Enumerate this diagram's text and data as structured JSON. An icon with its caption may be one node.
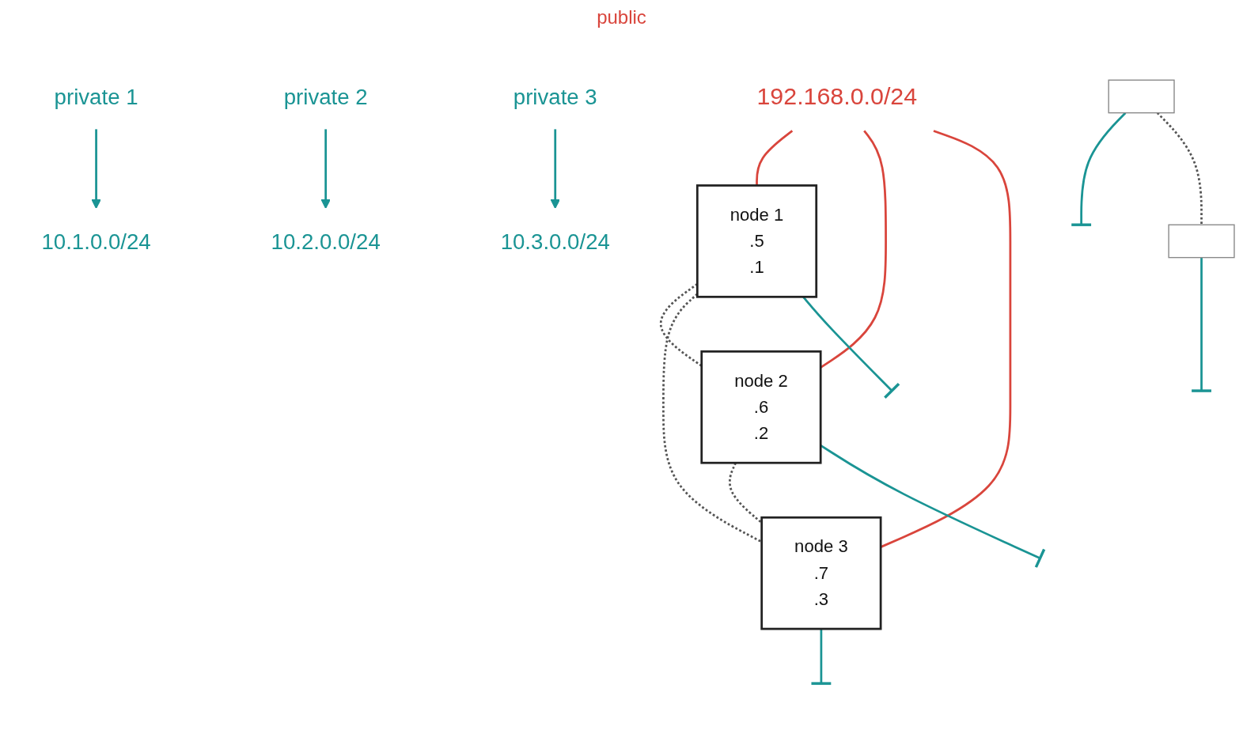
{
  "diagram": {
    "nodes": [
      {
        "text": [
          "node 1",
          ".5",
          ".1"
        ]
      },
      {
        "text": [
          "192.168.0.0/24"
        ]
      },
      {
        "text": [
          "node 2",
          ".6",
          ".2"
        ]
      },
      {
        "text": [
          "10.1.0.0/24"
        ]
      },
      {
        "text": [
          "10.2.0.0/24"
        ]
      },
      {
        "text": [
          "private 1"
        ]
      },
      {
        "text": [
          "private 2"
        ]
      },
      {
        "text": [],
        "shape": "box"
      },
      {
        "text": [
          "node 3",
          ".7",
          ".3"
        ]
      },
      {
        "text": [
          "10.3.0.0/24"
        ]
      },
      {
        "text": [],
        "shape": "box"
      },
      {
        "text": [
          "private 3"
        ]
      }
    ],
    "edges": [
      {
        "from": 1,
        "to": 0,
        "arrow": "none",
        "color": "#d9453c"
      },
      {
        "from": 1,
        "to": 2,
        "arrow": "none",
        "color": "#d9453c"
      },
      {
        "from": 1,
        "to": 8,
        "arrow": "none",
        "color": "#d9453c"
      },
      {
        "from": 0,
        "to": 2,
        "arrow": "none",
        "style": "dashed",
        "color": "#555555"
      },
      {
        "from": 0,
        "to": 8,
        "arrow": "none",
        "style": "dashed",
        "color": "#555555"
      },
      {
        "from": 2,
        "to": 8,
        "arrow": "none",
        "style": "dashed",
        "color": "#555555"
      },
      {
        "from": 0,
        "to": null,
        "arrow": "other",
        "color": "#1a9494"
      },
      {
        "from": 2,
        "to": null,
        "arrow": "other",
        "color": "#1a9494"
      },
      {
        "from": 8,
        "to": null,
        "arrow": "other",
        "color": "#1a9494"
      },
      {
        "from": 7,
        "to": null,
        "arrow": "other",
        "color": "#1a9494"
      },
      {
        "from": 10,
        "to": null,
        "arrow": "other",
        "color": "#1a9494"
      },
      {
        "from": 5,
        "to": 3,
        "arrow": "to",
        "color": "#1a9494"
      },
      {
        "from": 6,
        "to": 4,
        "arrow": "to",
        "color": "#1a9494"
      },
      {
        "from": 11,
        "to": 9,
        "arrow": "to",
        "color": "#1a9494"
      },
      {
        "from": 7,
        "to": 10,
        "arrow": "none",
        "style": "dashed",
        "color": "#555555"
      }
    ],
    "labels": [
      "public"
    ]
  }
}
